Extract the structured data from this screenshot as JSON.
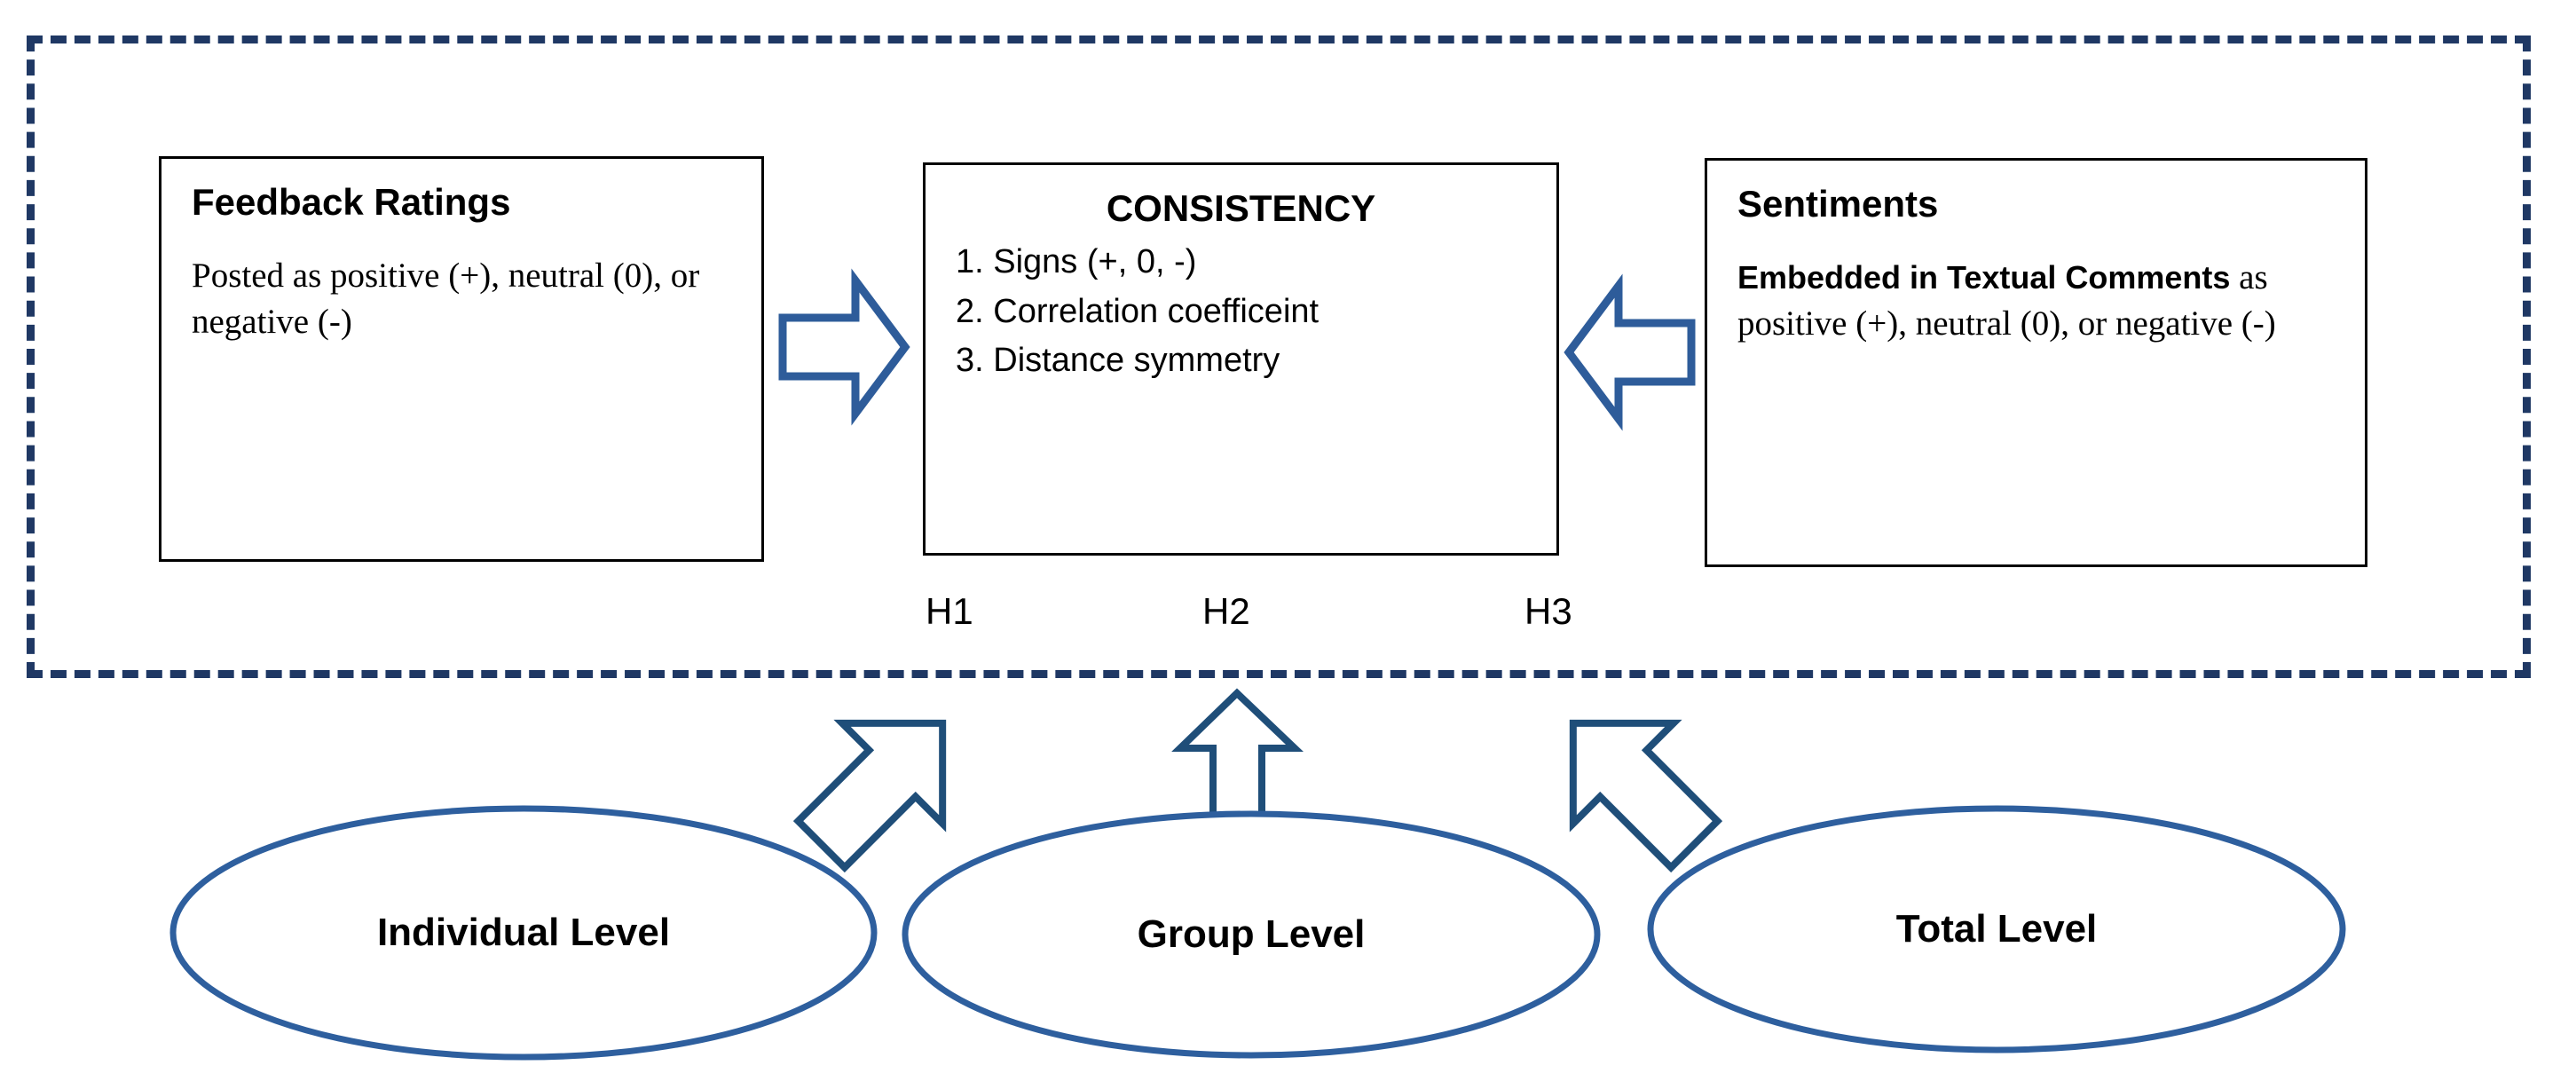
{
  "diagram": {
    "title_text_present": false,
    "colors": {
      "dashed_frame": "#1F3864",
      "box_border": "#000000",
      "ellipse_stroke": "#2E5F9E",
      "arrow_stroke": "#2E5C9A",
      "background": "#FFFFFF",
      "text": "#000000"
    },
    "boxes": {
      "feedback": {
        "title": "Feedback Ratings",
        "body": "Posted as positive (+), neutral (0), or negative (-)"
      },
      "consistency": {
        "title": "CONSISTENCY",
        "items": [
          "1. Signs (+, 0, -)",
          "2. Correlation coefficeint",
          "3. Distance symmetry"
        ]
      },
      "sentiments": {
        "title": "Sentiments",
        "body_emphasis": "Embedded in Textual Comments",
        "body_rest": " as positive (+), neutral (0), or negative (-)"
      }
    },
    "hypotheses": [
      {
        "id": "h1",
        "label": "H1"
      },
      {
        "id": "h2",
        "label": "H2"
      },
      {
        "id": "h3",
        "label": "H3"
      }
    ],
    "levels": [
      {
        "id": "individual",
        "label": "Individual Level"
      },
      {
        "id": "group",
        "label": "Group Level"
      },
      {
        "id": "total",
        "label": "Total Level"
      }
    ],
    "arrows": [
      {
        "id": "feedback-to-consistency",
        "direction": "right",
        "icon": "block-arrow-right-icon"
      },
      {
        "id": "sentiments-to-consistency",
        "direction": "left",
        "icon": "block-arrow-left-icon"
      },
      {
        "id": "individual-to-h1",
        "direction": "up-right",
        "icon": "block-arrow-up-right-icon"
      },
      {
        "id": "group-to-h2",
        "direction": "up",
        "icon": "block-arrow-up-icon"
      },
      {
        "id": "total-to-h3",
        "direction": "up-left",
        "icon": "block-arrow-up-left-icon"
      }
    ]
  }
}
